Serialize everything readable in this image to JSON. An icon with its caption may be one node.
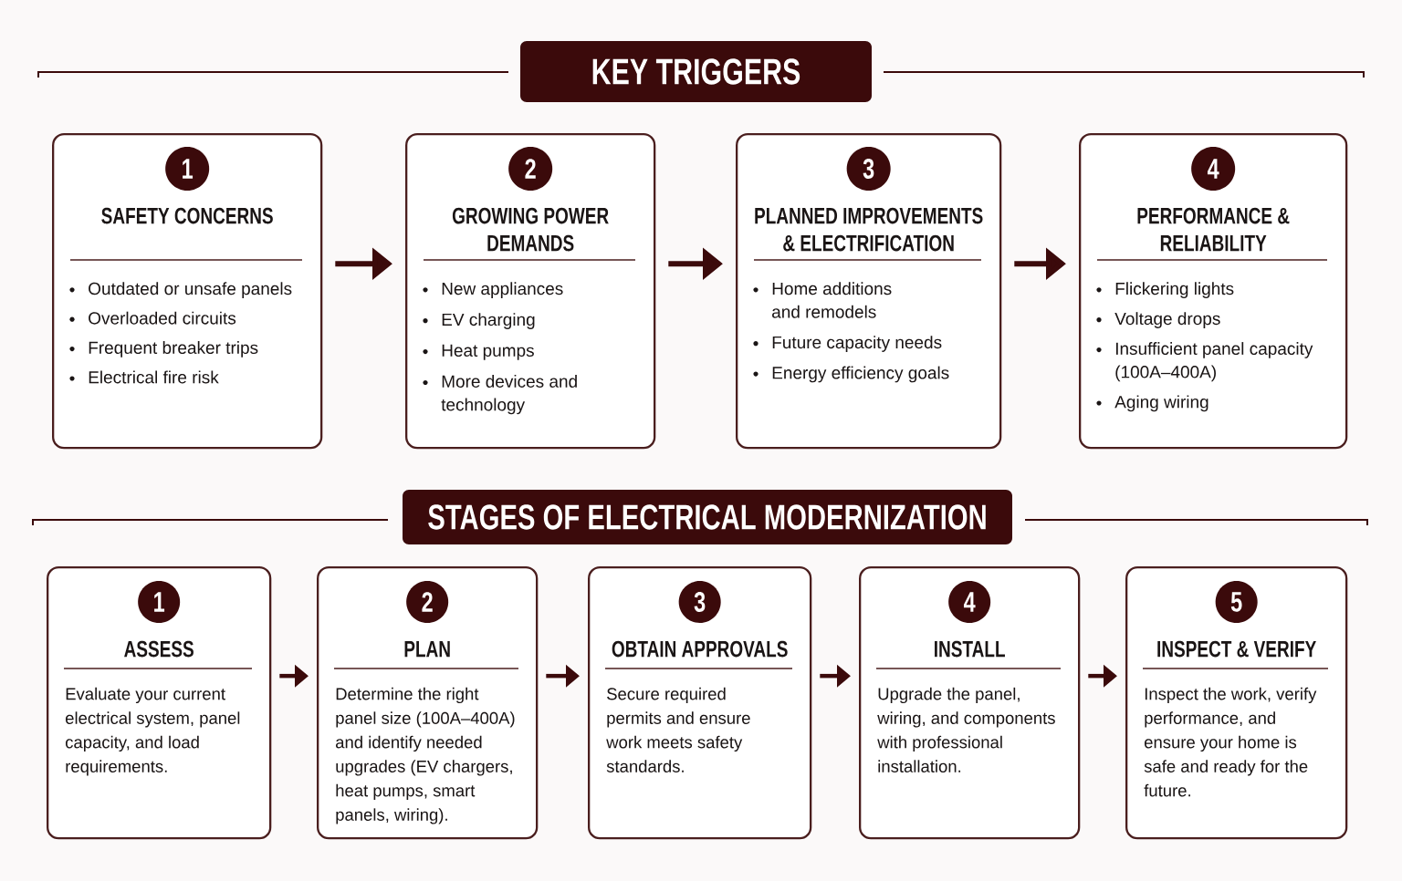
{
  "diagram": {
    "nodes": [
      {
        "text": [
          "KEY TRIGGERS"
        ]
      },
      {
        "text": [
          "SAFETY CONCERNS",
          "Outdated or unsafe panels",
          "Overloaded circuits",
          "Frequent breaker trips",
          "Electrical fire risk"
        ]
      },
      {
        "text": [
          "1"
        ],
        "in": 1
      },
      {
        "text": [
          "GROWING POWER DEMANDS",
          "New appliances",
          "EV charging",
          "Heat pumps",
          "More devices and technology"
        ]
      },
      {
        "text": [
          "2"
        ],
        "in": 3
      },
      {
        "text": [
          "PLANNED IMPROVEMENTS & ELECTRIFICATION",
          "Home additions and remodels",
          "Future capacity needs",
          "Energy efficiency goals"
        ]
      },
      {
        "text": [
          "3"
        ],
        "in": 5
      },
      {
        "text": [
          "PERFORMANCE & RELIABILITY",
          "Flickering lights",
          "Voltage drops",
          "Insufficient panel capacity (100A–400A)",
          "Aging wiring"
        ]
      },
      {
        "text": [
          "4"
        ],
        "in": 7
      },
      {
        "text": [
          "STAGES OF ELECTRICAL MODERNIZATION"
        ]
      },
      {
        "text": [
          "ASSESS",
          "Evaluate your current electrical system, panel capacity, and load requirements."
        ]
      },
      {
        "text": [
          "1"
        ],
        "in": 10
      },
      {
        "text": [
          "PLAN",
          "Determine the right panel size (100A–400A) and identify needed upgrades (EV chargers, heat pumps, smart panels, wiring)."
        ]
      },
      {
        "text": [
          "2"
        ],
        "in": 12
      },
      {
        "text": [
          "OBTAIN APPROVALS",
          "Secure required permits and ensure work meets safety standards."
        ]
      },
      {
        "text": [
          "3"
        ],
        "in": 14
      },
      {
        "text": [
          "INSTALL",
          "Upgrade the panel, wiring, and components with professional installation."
        ]
      },
      {
        "text": [
          "4"
        ],
        "in": 16
      },
      {
        "text": [
          "INSPECT & VERIFY",
          "Inspect the work, verify performance, and ensure your home is safe and ready for the future."
        ]
      },
      {
        "text": [
          "5"
        ],
        "in": 18
      }
    ],
    "edges": [
      {
        "from": 1,
        "to": 3,
        "arrow": "to"
      },
      {
        "from": 3,
        "to": 5,
        "arrow": "to"
      },
      {
        "from": 5,
        "to": 7,
        "arrow": "to"
      },
      {
        "from": 10,
        "to": 12,
        "arrow": "to"
      },
      {
        "from": 12,
        "to": 14,
        "arrow": "to"
      },
      {
        "from": 14,
        "to": 16,
        "arrow": "to"
      },
      {
        "from": 16,
        "to": 18,
        "arrow": "to"
      }
    ]
  }
}
